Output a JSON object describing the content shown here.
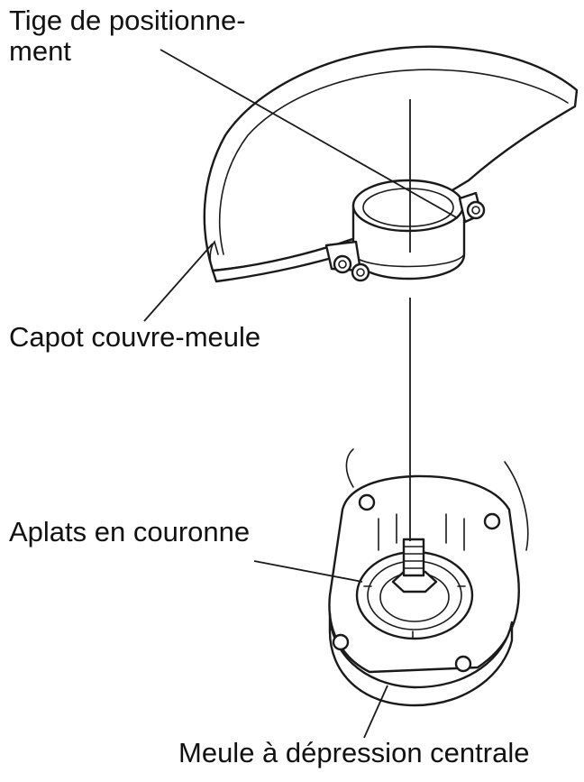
{
  "labels": {
    "tige_line1": "Tige de positionne-",
    "tige_line2": "ment",
    "capot": "Capot couvre-meule",
    "aplats": "Aplats en couronne",
    "meule": "Meule à dépression centrale"
  }
}
